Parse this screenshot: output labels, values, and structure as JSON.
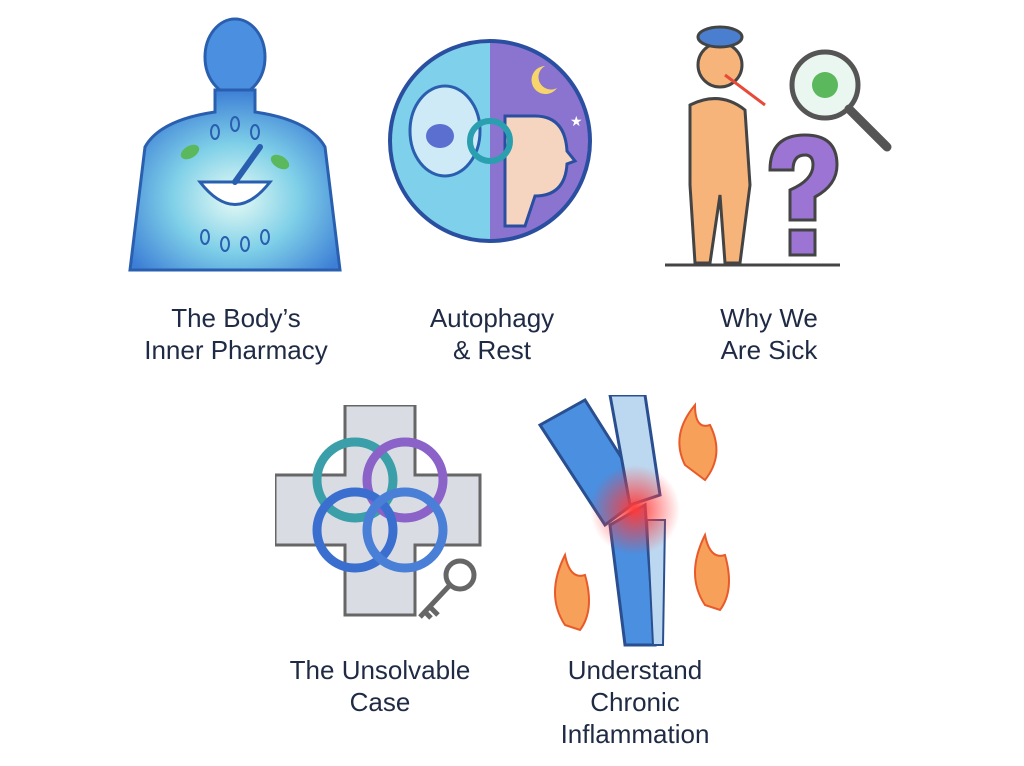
{
  "tiles": [
    {
      "id": "inner-pharmacy",
      "lines": [
        "The Body’s",
        "Inner Pharmacy"
      ],
      "icon": "body-mortar-pestle-icon"
    },
    {
      "id": "autophagy",
      "lines": [
        "Autophagy",
        "& Rest"
      ],
      "icon": "cell-recycle-sleep-icon"
    },
    {
      "id": "why-sick",
      "lines": [
        "Why We",
        "Are Sick"
      ],
      "icon": "sick-person-question-icon"
    },
    {
      "id": "unsolvable",
      "lines": [
        "The Unsolvable",
        "Case"
      ],
      "icon": "knot-cross-key-icon"
    },
    {
      "id": "inflammation",
      "lines": [
        "Understand",
        "Chronic",
        "Inflammation"
      ],
      "icon": "inflamed-knee-icon"
    }
  ],
  "colors": {
    "text": "#1f2a44",
    "blue": "#4a90d9",
    "purple": "#8b6fc9",
    "orange": "#f0a060",
    "red": "#e84a3a"
  }
}
